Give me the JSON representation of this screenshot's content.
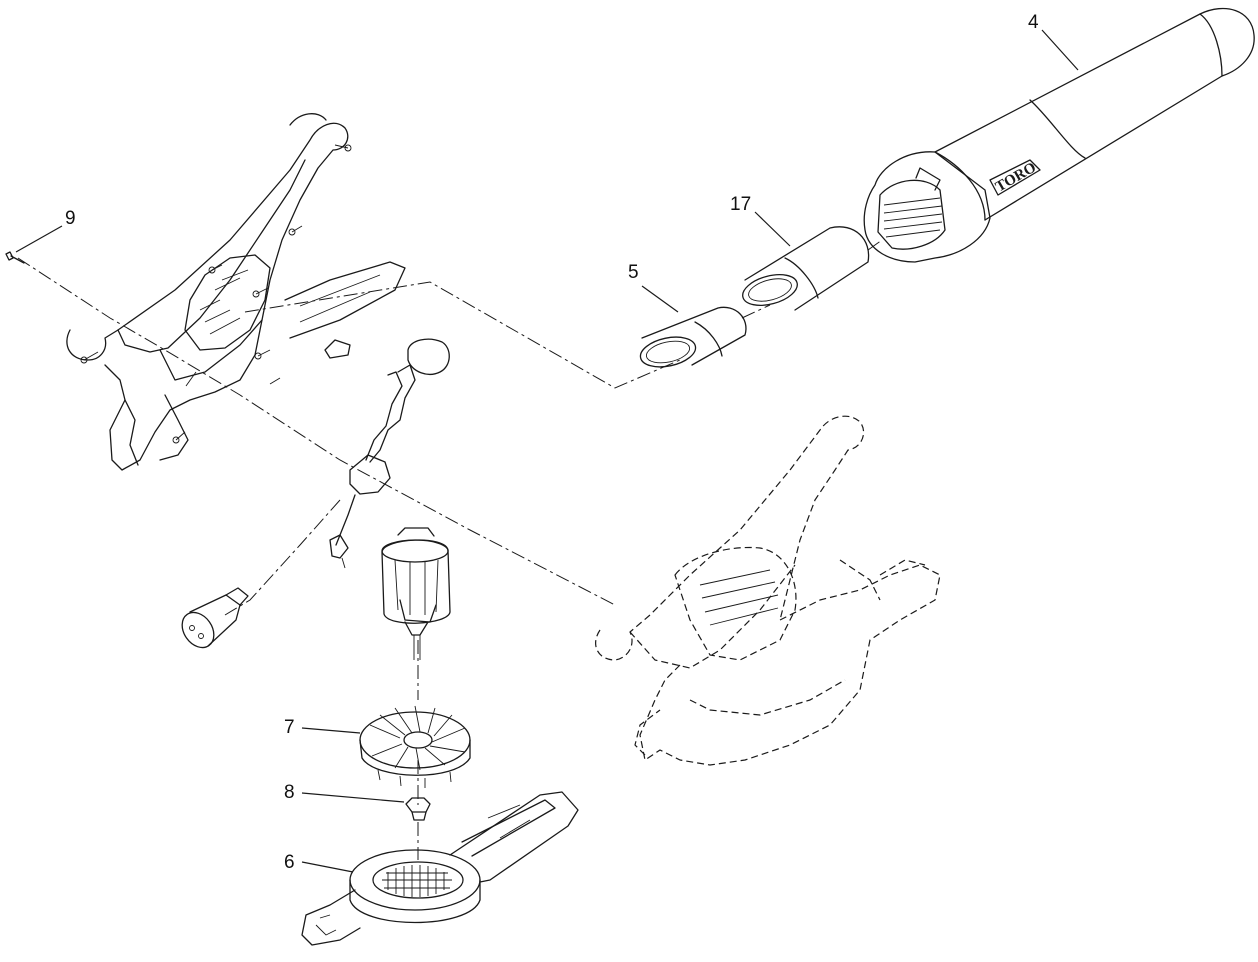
{
  "diagram": {
    "callouts": {
      "c4": "4",
      "c5": "5",
      "c6": "6",
      "c7": "7",
      "c8": "8",
      "c9": "9",
      "c17": "17"
    },
    "brand_mark": "TORO"
  }
}
